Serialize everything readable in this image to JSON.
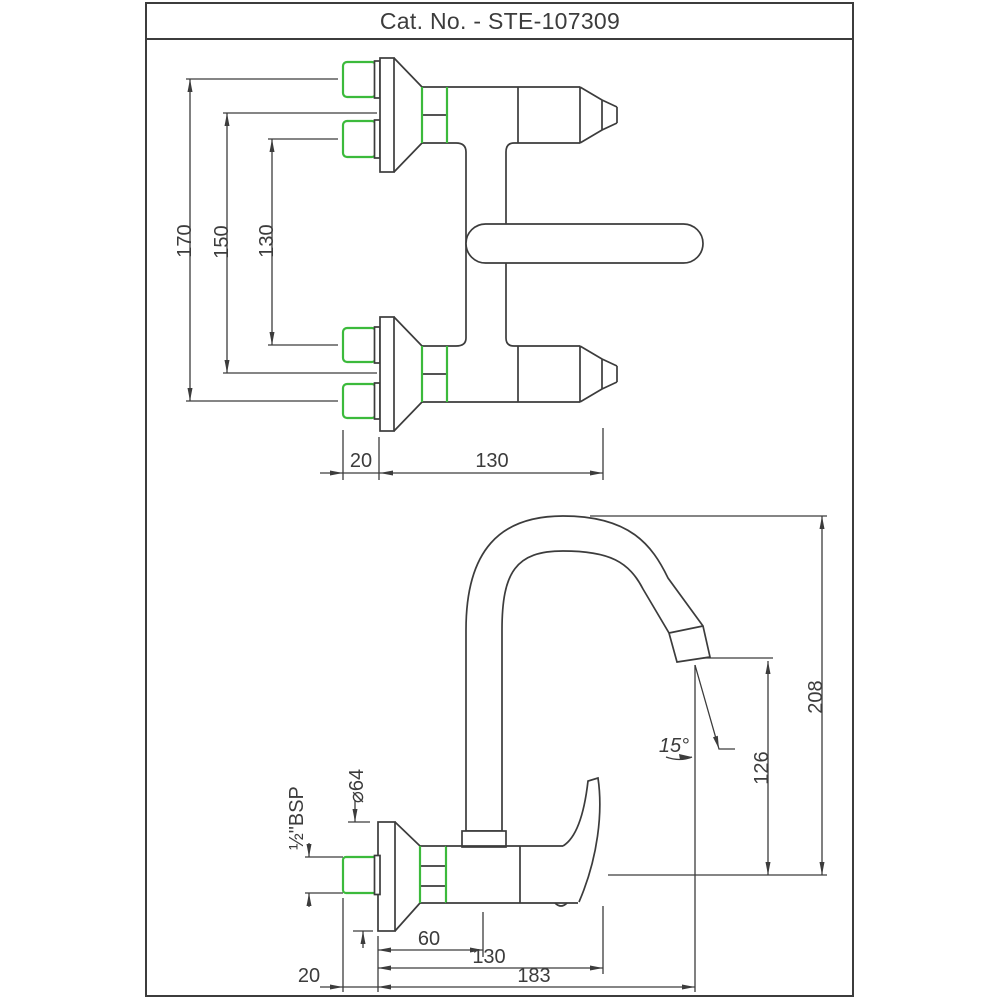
{
  "header": {
    "catalog_label": "Cat. No. - STE-107309"
  },
  "colors": {
    "line": "#3c3c3c",
    "highlight_green": "#3cba3c",
    "background": "#ffffff"
  },
  "top_view": {
    "description": "faucet plan view with eccentric wall inlets",
    "dims": {
      "inlet_span_outer": "170",
      "inlet_span_nominal": "150",
      "inlet_span_inner": "130",
      "wall_clearance": "20",
      "body_projection": "130"
    }
  },
  "side_view": {
    "description": "faucet side elevation with gooseneck spout",
    "dims": {
      "overall_height": "208",
      "outlet_height": "126",
      "outlet_angle": "15°",
      "flange_diameter": "⌀64",
      "inlet_thread": "½\"BSP",
      "spout_axis_offset": "60",
      "handle_projection": "130",
      "overall_projection": "183",
      "wall_clearance": "20"
    }
  }
}
